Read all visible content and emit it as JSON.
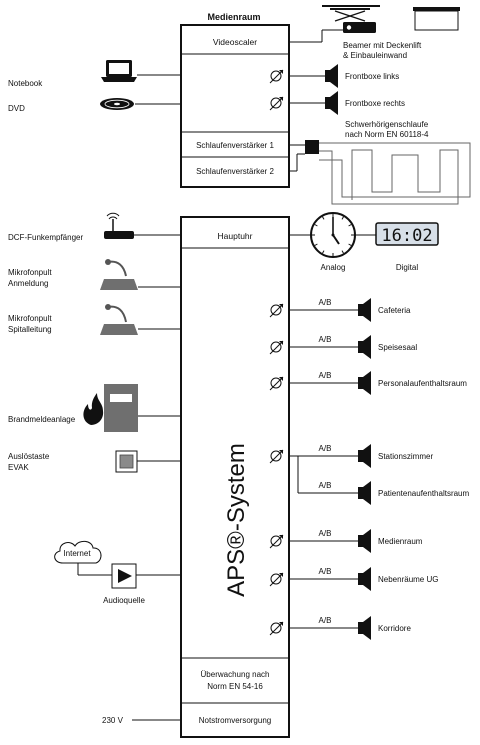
{
  "media": {
    "title": "Medienraum",
    "videoscaler": "Videoscaler",
    "loop_amp_1": "Schlaufenverstärker 1",
    "loop_amp_2": "Schlaufenverstärker 2",
    "notebook": "Notebook",
    "dvd": "DVD",
    "beamer_line1": "Beamer mit Deckenlift",
    "beamer_line2": "& Einbauleinwand",
    "speaker_left": "Frontboxe links",
    "speaker_right": "Frontboxe rechts",
    "loop_line1": "Schwerhörigenschlaufe",
    "loop_line2": "nach Norm EN 60118-4"
  },
  "aps": {
    "system_label": "APS®-System",
    "master_clock": "Hauptuhr",
    "monitoring_line1": "Überwachung nach",
    "monitoring_line2": "Norm EN 54-16",
    "emergency_power": "Notstromversorgung"
  },
  "inputs": {
    "dcf": "DCF-Funkempfänger",
    "mic1_line1": "Mikrofonpult",
    "mic1_line2": "Anmeldung",
    "mic2_line1": "Mikrofonpult",
    "mic2_line2": "Spitalleitung",
    "fire": "Brandmeldeanlage",
    "evac_line1": "Auslöstaste",
    "evac_line2": "EVAK",
    "internet": "Internet",
    "audio_source": "Audioquelle",
    "power": "230 V"
  },
  "clocks": {
    "analog_label": "Analog",
    "digital_label": "Digital",
    "digital_time": "16:02"
  },
  "zones": {
    "ab_label": "A/B",
    "items": [
      "Cafeteria",
      "Speisesaal",
      "Personalaufenthaltsraum",
      "Stationszimmer",
      "Patientenaufenthaltsraum",
      "Medienraum",
      "Nebenräume UG",
      "Korridore"
    ]
  },
  "colors": {
    "line": "#111111",
    "device_gray": "#6f6f6f",
    "clock_display": "#d7dfe8"
  }
}
